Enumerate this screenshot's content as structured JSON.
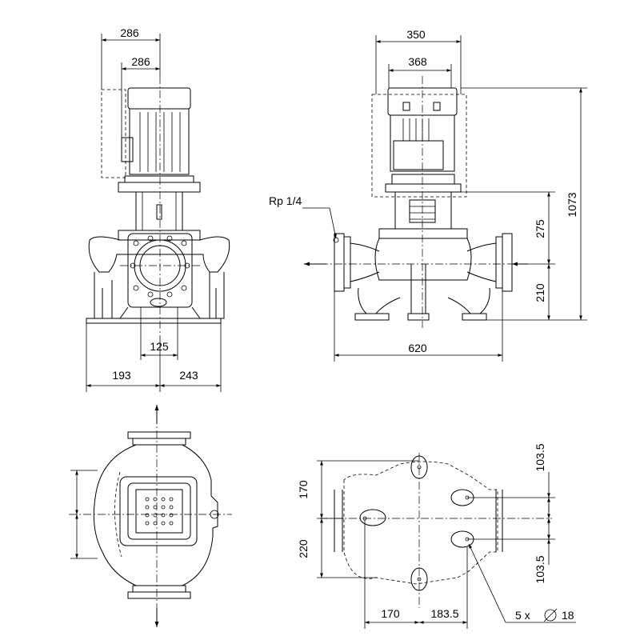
{
  "front_view": {
    "top_width_outer": "286",
    "top_width_inner": "286",
    "base_center": "125",
    "base_left": "193",
    "base_right": "243"
  },
  "side_view": {
    "top_width_outer": "350",
    "top_width_inner": "368",
    "total_height": "1073",
    "upper_height": "275",
    "lower_height": "210",
    "base_length": "620",
    "port_label": "Rp 1/4"
  },
  "foot_plan": {
    "left_upper": "170",
    "left_lower": "220",
    "right_upper": "103.5",
    "right_lower": "103.5",
    "bottom_left": "170",
    "bottom_right": "183.5",
    "holes_label": "5 x",
    "holes_diameter": "18"
  },
  "colors": {
    "line": "#000000",
    "background": "#ffffff"
  }
}
